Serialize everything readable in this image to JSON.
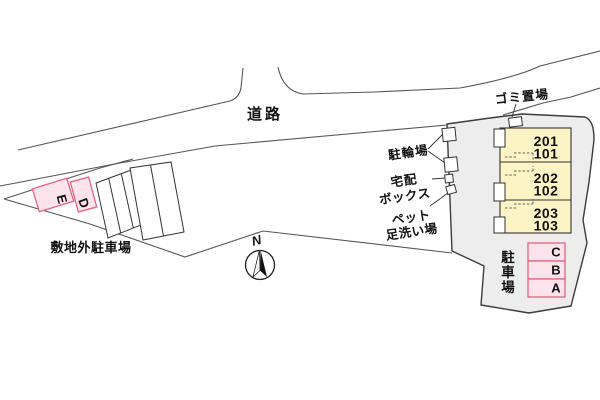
{
  "map": {
    "road_label": "道路",
    "garbage_label": "ゴミ置場",
    "bicycle_label": "駐輪場",
    "delivery_label_line1": "宅配",
    "delivery_label_line2": "ボックス",
    "pet_label_line1": "ペット",
    "pet_label_line2": "足洗い場",
    "offsite_parking_label": "敷地外駐車場",
    "parking_label_chars": [
      "駐",
      "車",
      "場"
    ],
    "north_label": "N"
  },
  "building": {
    "units": [
      {
        "upper": "201",
        "lower": "101"
      },
      {
        "upper": "202",
        "lower": "102"
      },
      {
        "upper": "203",
        "lower": "103"
      }
    ]
  },
  "parking_spaces": {
    "onsite": [
      "C",
      "B",
      "A"
    ],
    "offsite": [
      "E",
      "D"
    ]
  },
  "colors": {
    "site_fill": "#ededed",
    "building_fill": "#fcf4c4",
    "pink_fill": "#fde4ec",
    "pink_border": "#e4637f",
    "line": "#555555",
    "outline": "#3c3c3c"
  }
}
